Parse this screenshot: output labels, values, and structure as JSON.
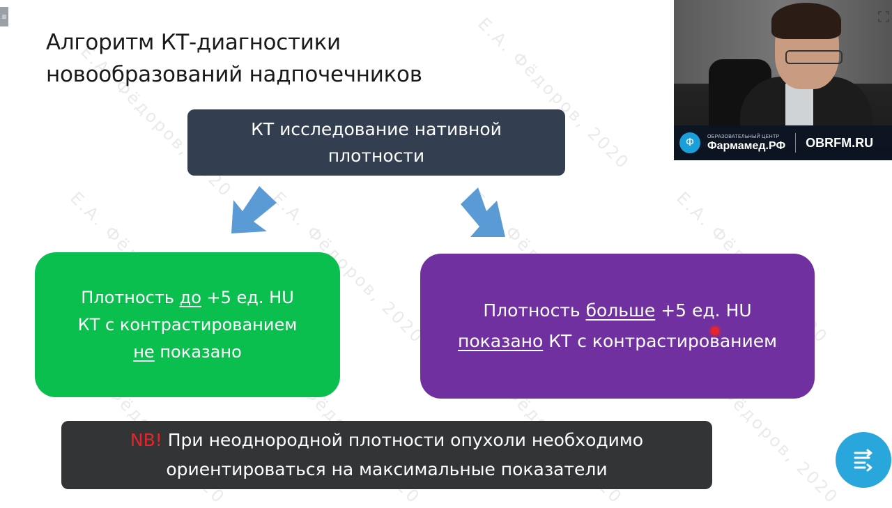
{
  "slide": {
    "title": "Алгоритм КТ-диагностики новообразований надпочечников",
    "top_box": "КТ исследование нативной плотности",
    "left_box": {
      "line1_prefix": "Плотность ",
      "line1_underlined": "до",
      "line1_suffix": " +5 ед. HU",
      "line2": "КТ с контрастированием",
      "line3_underlined": "не",
      "line3_suffix": " показано",
      "color": "#0bbf4f"
    },
    "right_box": {
      "line1_prefix": "Плотность ",
      "line1_underlined": "больше",
      "line1_suffix": " +5 ед. HU",
      "line2_underlined": "показано",
      "line2_suffix": " КТ с контрастированием",
      "color": "#7030a0"
    },
    "nb_box": {
      "label": "NB!",
      "line1": " При неоднородной плотности опухоли необходимо",
      "line2": "ориентироваться на максимальные показатели"
    },
    "watermark": "Е.А. Фёдоров, 2020"
  },
  "video": {
    "brand_small": "ОБРАЗОВАТЕЛЬНЫЙ ЦЕНТР",
    "brand_main": "Фармамед.РФ",
    "site": "OBRFM.RU"
  },
  "icons": {
    "menu": "menu-icon",
    "fullscreen": "fullscreen-icon",
    "fab": "list-transfer-icon",
    "arrows": "arrow-down-icon"
  }
}
